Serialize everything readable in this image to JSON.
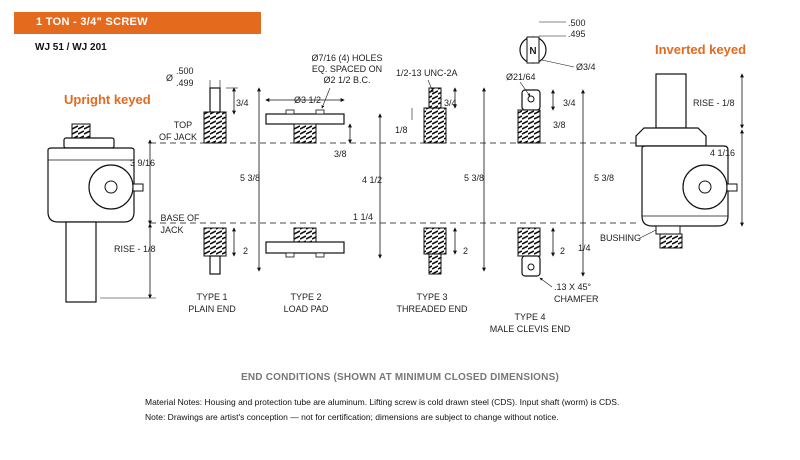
{
  "header": {
    "banner": "1 TON - 3/4\" SCREW",
    "models": "WJ 51 / WJ 201",
    "accent_color": "#e46a1e"
  },
  "views": {
    "upright_title": "Upright keyed",
    "inverted_title": "Inverted keyed"
  },
  "labels": {
    "top_of_jack": [
      "TOP",
      "OF JACK"
    ],
    "base_of_jack": [
      "BASE OF",
      "JACK"
    ],
    "rise_upright": "RISE - 1/8",
    "rise_inverted": "RISE - 1/8",
    "upright_height": "3 9/16",
    "inverted_height": "4 1/16",
    "bushing": "BUSHING",
    "key_width_top": ".500",
    "key_width_bottom": ".495",
    "key_dia": "Ø3/4"
  },
  "type1": {
    "dia_top": ".500",
    "dia_bottom": ".499",
    "ext": "3/4",
    "overall": "5 3/8",
    "lower": "2",
    "name": [
      "TYPE 1",
      "PLAIN END"
    ]
  },
  "type2": {
    "holes": [
      "Ø7/16 (4) HOLES",
      "EQ. SPACED ON",
      "Ø2 1/2 B.C."
    ],
    "pad_dia": "Ø3 1/2",
    "pad_thk": "3/8",
    "overall": "4 1/2",
    "lower": "1 1/4",
    "name": [
      "TYPE 2",
      "LOAD PAD"
    ]
  },
  "type3": {
    "thread": "1/2-13 UNC-2A",
    "thread_len": "3/4",
    "gap": "1/8",
    "overall": "5 3/8",
    "lower": "2",
    "name": [
      "TYPE 3",
      "THREADED END"
    ]
  },
  "type4": {
    "pin_dia": "Ø21/64",
    "ext": "3/4",
    "clevis": "3/8",
    "overall": "5 3/8",
    "lower": "2",
    "lower_small": "1/4",
    "chamfer": [
      ".13 X 45°",
      "CHAMFER"
    ],
    "name": [
      "TYPE 4",
      "MALE CLEVIS END"
    ]
  },
  "footer": {
    "heading": "END CONDITIONS (SHOWN AT MINIMUM CLOSED DIMENSIONS)",
    "note1": "Material Notes: Housing and protection tube are aluminum. Lifting screw is cold drawn steel (CDS). Input shaft (worm) is CDS.",
    "note2": "Note: Drawings are artist's conception — not for certification; dimensions are subject to change without notice."
  }
}
